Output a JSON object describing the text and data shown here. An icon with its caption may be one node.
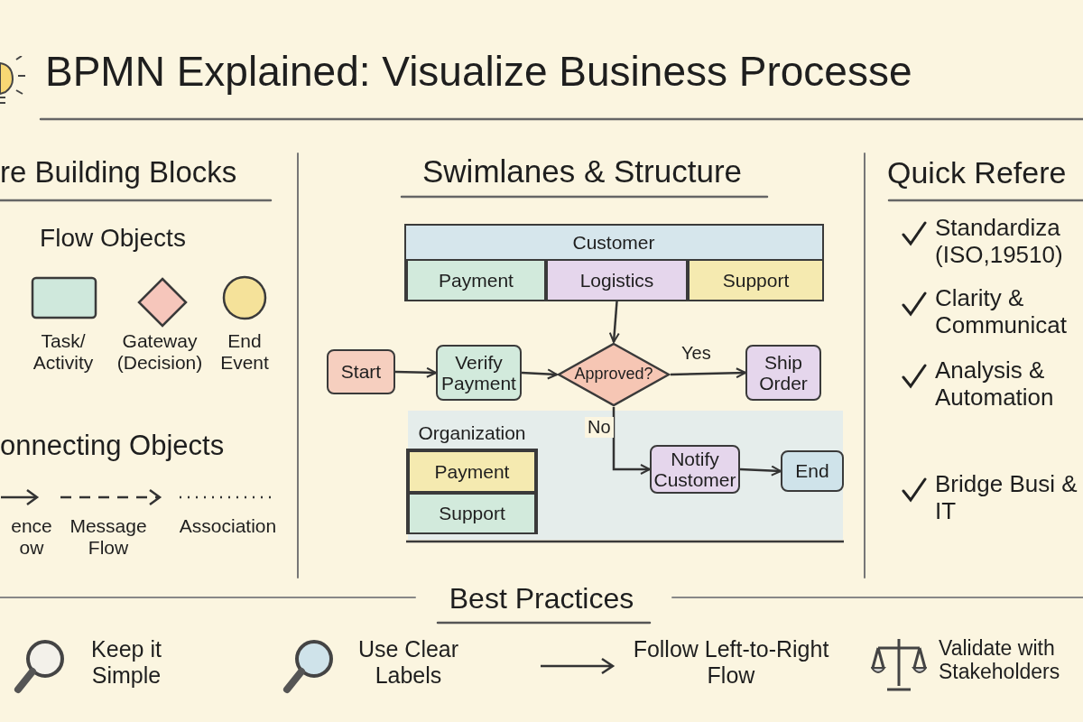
{
  "diagram": {
    "title": "BPMN Explained: Visualize Business Processe",
    "nodes": [
      {
        "text": [],
        "shape": "box",
        "beside": [
          "Task/ Activity"
        ]
      },
      {
        "text": [],
        "shape": "diamond",
        "beside": [
          "Gateway (Decision)"
        ]
      },
      {
        "text": [],
        "shape": "circle",
        "beside": [
          "End Event"
        ]
      },
      {
        "text": [
          "Customer"
        ]
      },
      {
        "text": [
          "Payment"
        ],
        "in": 3
      },
      {
        "text": [
          "Logistics"
        ],
        "in": 3
      },
      {
        "text": [
          "Support"
        ],
        "in": 3
      },
      {
        "text": [
          "Start"
        ]
      },
      {
        "text": [
          "Verify Payment"
        ]
      },
      {
        "text": [
          "Approved?"
        ]
      },
      {
        "text": [
          "Ship Order"
        ]
      },
      {
        "text": [
          "Organization"
        ]
      },
      {
        "text": [
          "Payment"
        ],
        "in": 11
      },
      {
        "text": [
          "Support"
        ],
        "in": 11
      },
      {
        "text": [
          "Notify Customer"
        ]
      },
      {
        "text": [
          "End"
        ]
      }
    ],
    "edges": [
      {
        "from": 7,
        "to": 8,
        "arrow": "to"
      },
      {
        "from": 8,
        "to": 9,
        "arrow": "to"
      },
      {
        "from": 5,
        "to": 9,
        "arrow": "to"
      },
      {
        "from": 9,
        "to": 10,
        "arrow": "to",
        "label": "Yes"
      },
      {
        "from": 9,
        "to": 14,
        "arrow": "to",
        "label": "No"
      },
      {
        "from": 14,
        "to": 15,
        "arrow": "to"
      }
    ],
    "labels": [
      "re Building Blocks",
      "Flow Objects",
      "onnecting Objects",
      "Swimlanes & Structure",
      "Quick Refere",
      "Standardiza (ISO,19510)",
      "Clarity & Communicat",
      "Analysis & Automation",
      "Bridge Busi & IT",
      "Best Practices",
      "Keep it Simple",
      "Use Clear Labels",
      "Follow Left-to-Right Flow",
      "Validate with Stakeholders"
    ],
    "legend": [
      {
        "text": "ence ow"
      },
      {
        "text": "Message Flow"
      },
      {
        "text": "Association"
      }
    ]
  }
}
